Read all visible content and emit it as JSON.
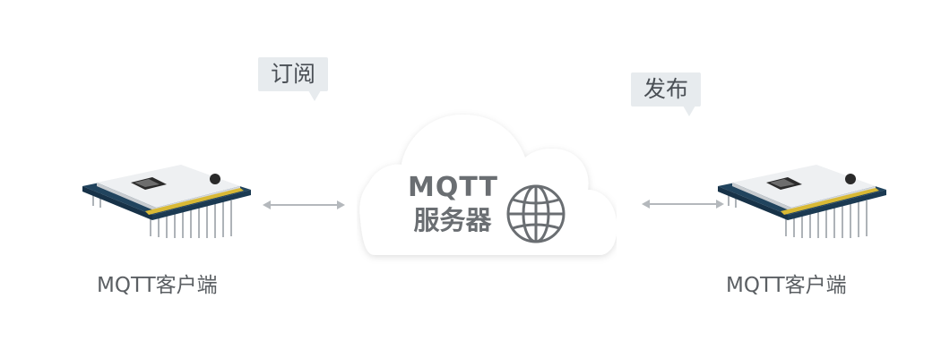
{
  "bubbles": {
    "subscribe": "订阅",
    "publish": "发布"
  },
  "server": {
    "title": "MQTT",
    "subtitle": "服务器",
    "icon": "globe-icon"
  },
  "clients": {
    "left_label": "MQTT客户端",
    "right_label": "MQTT客户端"
  },
  "colors": {
    "bubble_bg": "#e7ebee",
    "arrow": "#b4b8bc",
    "text": "#5b5f63",
    "server_text": "#6a6e72",
    "pcb": "#274a66",
    "pin": "#d9b935"
  }
}
